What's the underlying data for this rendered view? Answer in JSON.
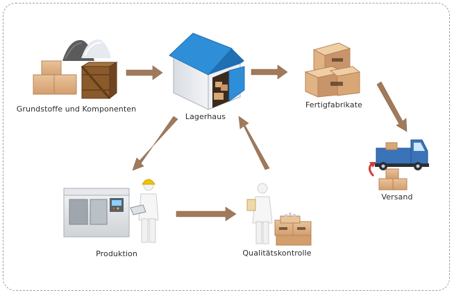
{
  "diagram": {
    "nodes": [
      {
        "id": "raw",
        "label": "Grundstoffe und Komponenten",
        "icon": "raw-materials-icon"
      },
      {
        "id": "warehouse",
        "label": "Lagerhaus",
        "icon": "warehouse-icon"
      },
      {
        "id": "finished",
        "label": "Fertigfabrikate",
        "icon": "boxes-icon"
      },
      {
        "id": "shipping",
        "label": "Versand",
        "icon": "delivery-truck-icon"
      },
      {
        "id": "production",
        "label": "Produktion",
        "icon": "machine-worker-icon"
      },
      {
        "id": "qc",
        "label": "Qualitätskontrolle",
        "icon": "inspector-icon"
      }
    ],
    "edges": [
      {
        "from": "raw",
        "to": "warehouse"
      },
      {
        "from": "warehouse",
        "to": "finished"
      },
      {
        "from": "finished",
        "to": "shipping"
      },
      {
        "from": "warehouse",
        "to": "production"
      },
      {
        "from": "production",
        "to": "qc"
      },
      {
        "from": "qc",
        "to": "warehouse"
      }
    ]
  },
  "colors": {
    "arrow": "#a07a5c",
    "box": "#e0b386",
    "box_dark": "#c8956a",
    "crate": "#8b5a2b",
    "roof": "#2f8ed8",
    "truck": "#3a73b8"
  }
}
